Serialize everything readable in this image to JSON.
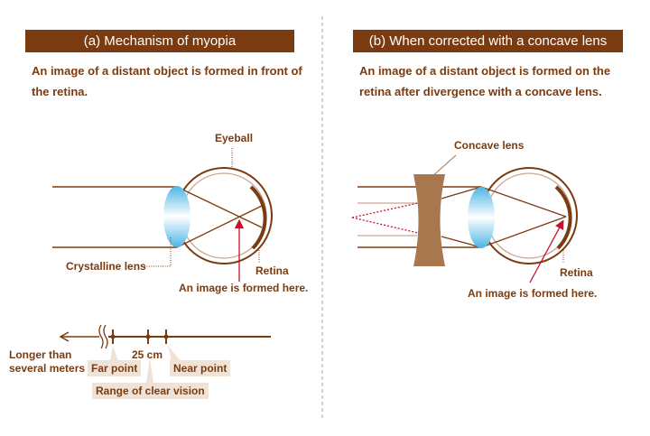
{
  "left": {
    "header": "(a) Mechanism of myopia",
    "description": "An image of a distant object is formed in front of the retina.",
    "labels": {
      "eyeball": "Eyeball",
      "lens": "Crystalline lens",
      "retina": "Retina",
      "image": "An image is formed here."
    },
    "scale": {
      "far_text": "Longer than several meters",
      "distance": "25 cm",
      "far_point": "Far point",
      "near_point": "Near point",
      "range": "Range of clear vision"
    }
  },
  "right": {
    "header": "(b) When corrected with a concave lens",
    "description": "An image of a distant object is formed on the retina after divergence with a concave lens.",
    "labels": {
      "concave": "Concave lens",
      "retina": "Retina",
      "image": "An image is formed here."
    }
  },
  "colors": {
    "brown": "#7b3b10",
    "lens_blue": "#5bbde6",
    "red": "#c8102e",
    "concave": "#a9774e"
  }
}
